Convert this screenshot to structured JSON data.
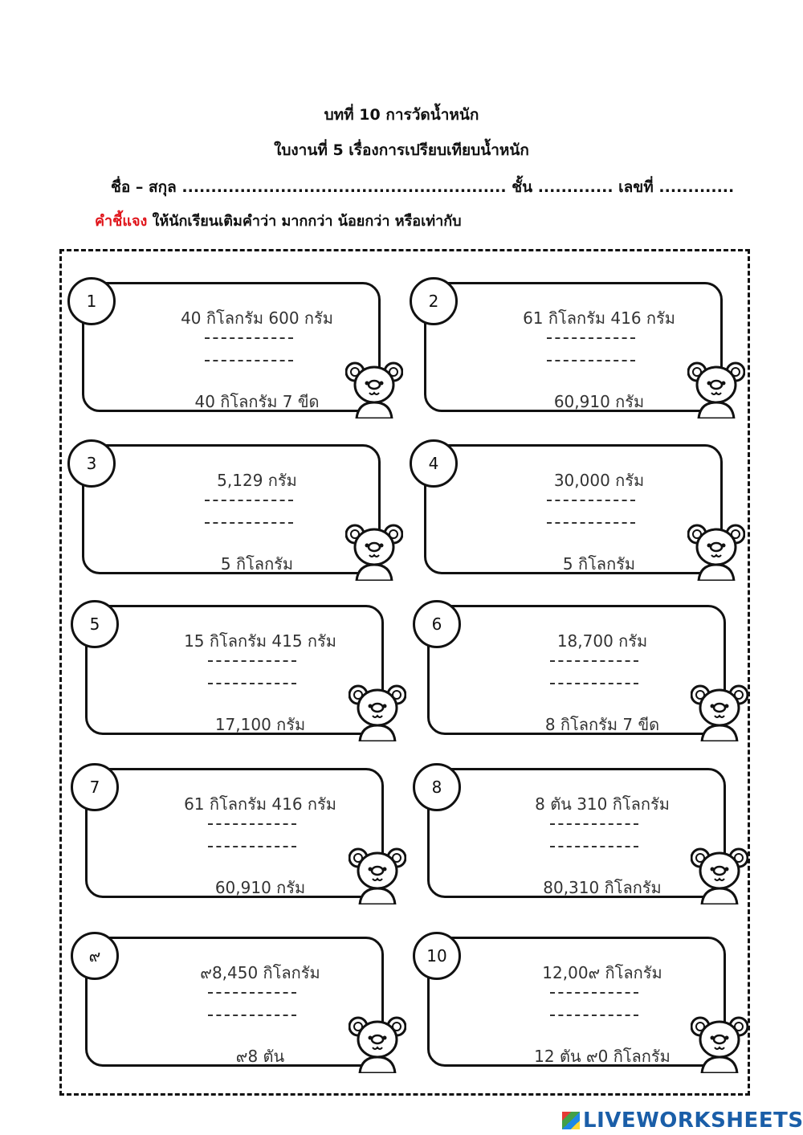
{
  "worksheet": {
    "title": "บทที่ 10  การวัดน้ำหนัก",
    "subtitle": "ใบงานที่ 5 เรื่องการเปรียบเทียบน้ำหนัก",
    "name_line": "ชื่อ – สกุล ........................................................  ชั้น ............. เลขที่ .............",
    "instruction_label": "คำชี้แจง",
    "instruction_text": " ให้นักเรียนเติมคำว่า มากกว่า น้อยกว่า หรือเท่ากับ"
  },
  "items": [
    {
      "number": "1",
      "top": "40 กิโลกรัม 600 กรัม",
      "bottom": "40 กิโลกรัม 7 ขีด"
    },
    {
      "number": "2",
      "top": "61 กิโลกรัม 416 กรัม",
      "bottom": "60,910 กรัม"
    },
    {
      "number": "3",
      "top": "5,129 กรัม",
      "bottom": "5 กิโลกรัม"
    },
    {
      "number": "4",
      "top": "30,000 กรัม",
      "bottom": "5 กิโลกรัม"
    },
    {
      "number": "5",
      "top": "15 กิโลกรัม 415 กรัม",
      "bottom": "17,100 กรัม"
    },
    {
      "number": "6",
      "top": "18,700 กรัม",
      "bottom": "8 กิโลกรัม 7 ขีด"
    },
    {
      "number": "7",
      "top": "61 กิโลกรัม 416 กรัม",
      "bottom": "60,910 กรัม"
    },
    {
      "number": "8",
      "top": "8 ตัน 310 กิโลกรัม",
      "bottom": "80,310 กิโลกรัม"
    },
    {
      "number": "๙",
      "top": "๙8,450 กิโลกรัม",
      "bottom": "๙8 ตัน"
    },
    {
      "number": "10",
      "top": "12,00๙ กิโลกรัม",
      "bottom": "12 ตัน ๙0 กิโลกรัม"
    }
  ],
  "watermark": {
    "text": "LIVEWORKSHEETS",
    "color": "#1a5ea8"
  },
  "colors": {
    "instruction_label": "#e0151b"
  }
}
